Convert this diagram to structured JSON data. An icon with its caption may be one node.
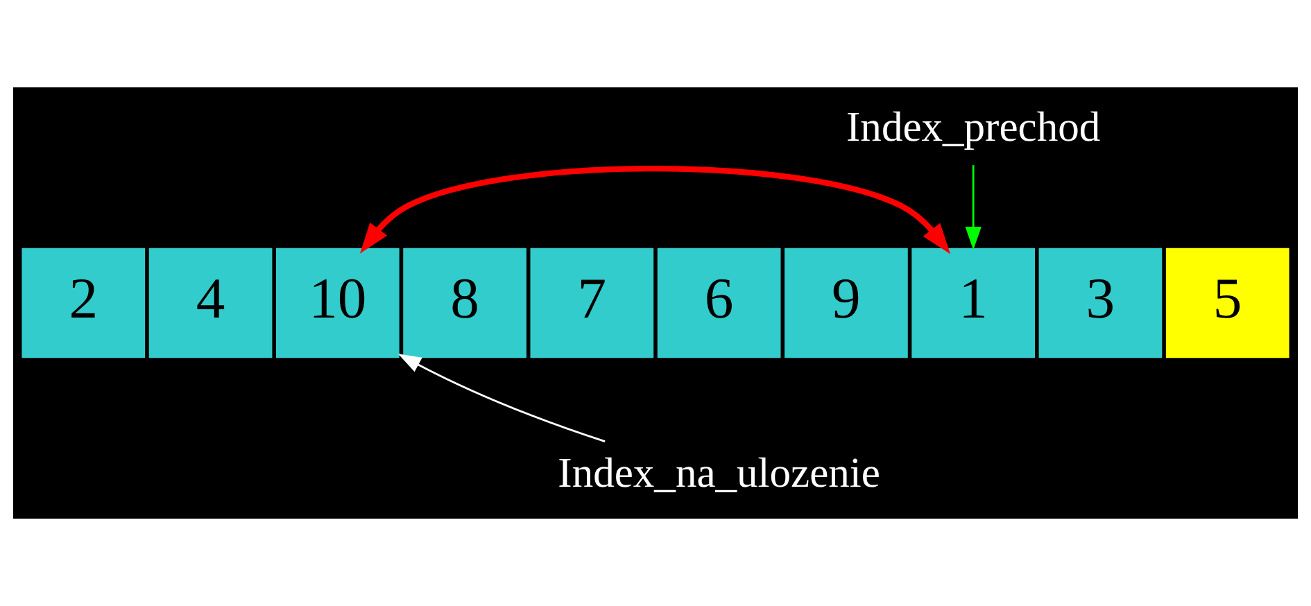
{
  "diagram": {
    "nodes": [
      {
        "text": [
          "Index_prechod"
        ]
      },
      {
        "text": [
          "2"
        ]
      },
      {
        "text": [
          "4"
        ]
      },
      {
        "text": [
          "10"
        ]
      },
      {
        "text": [
          "8"
        ]
      },
      {
        "text": [
          "7"
        ]
      },
      {
        "text": [
          "6"
        ]
      },
      {
        "text": [
          "9"
        ]
      },
      {
        "text": [
          "1"
        ]
      },
      {
        "text": [
          "3"
        ]
      },
      {
        "text": [
          "5"
        ]
      },
      {
        "text": [
          "Index_na_ulozenie"
        ]
      }
    ],
    "edges": [
      {
        "from": 0,
        "to": 8,
        "arrow": "to",
        "color": "#00ff00"
      },
      {
        "from": 3,
        "to": 8,
        "arrow": "both",
        "color": "#ff0000",
        "style": "thick"
      },
      {
        "from": 11,
        "to": 3,
        "arrow": "to",
        "color": "#ffffff"
      }
    ]
  }
}
